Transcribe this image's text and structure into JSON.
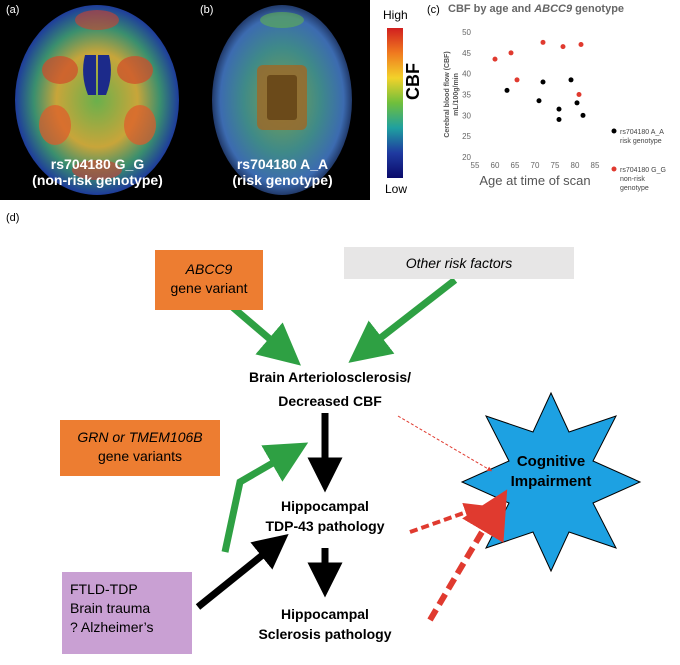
{
  "figure": {
    "panel_a": {
      "label": "(a)",
      "caption_line1": "rs704180 G_G",
      "caption_line2": "(non-risk genotype)"
    },
    "panel_b": {
      "label": "(b)",
      "caption_line1": "rs704180 A_A",
      "caption_line2": "(risk genotype)"
    },
    "colorbar": {
      "high": "High",
      "low": "Low",
      "title": "CBF"
    },
    "panel_c": {
      "label": "(c)",
      "title_prefix": "CBF by age and ",
      "title_gene": "ABCC9",
      "title_suffix": " genotype"
    },
    "panel_d": {
      "label": "(d)",
      "abcc9_box": {
        "line1": "ABCC9",
        "line2": "gene variant"
      },
      "other_box": {
        "text": "Other risk factors"
      },
      "grn_box": {
        "line1": "GRN or TMEM106B",
        "line2": "gene variants"
      },
      "ftld_box": {
        "line1": "FTLD-TDP",
        "line2": "Brain trauma",
        "line3": "? Alzheimer’s"
      },
      "arterio": {
        "line1": "Brain Arteriolosclerosis/",
        "line2": "Decreased CBF"
      },
      "tdp43": {
        "line1": "Hippocampal",
        "line2": "TDP-43 pathology"
      },
      "sclerosis": {
        "line1": "Hippocampal",
        "line2": "Sclerosis pathology"
      },
      "cognitive": {
        "line1": "Cognitive",
        "line2": "Impairment"
      }
    }
  },
  "colors": {
    "orange_box": "#ED7D31",
    "gray_box": "#E7E6E6",
    "purple_box": "#C9A0D3",
    "green_arrow": "#2EA043",
    "red_arrow": "#E03A2F",
    "star_fill": "#1DA1E2"
  },
  "chart_data": {
    "type": "scatter",
    "xlabel": "Age at time of scan",
    "ylabel": "Cerebral blood flow (CBF) mL/100g/min",
    "xlim": [
      55,
      85
    ],
    "ylim": [
      20,
      50
    ],
    "xticks": [
      55,
      60,
      65,
      70,
      75,
      80,
      85
    ],
    "yticks": [
      20,
      25,
      30,
      35,
      40,
      45,
      50
    ],
    "series": [
      {
        "name": "rs704180 A_A risk genotype",
        "color": "#000000",
        "x": [
          63,
          71,
          72,
          76,
          76,
          79,
          80.5,
          82
        ],
        "y": [
          36,
          33.5,
          38,
          31.5,
          29,
          38.5,
          33,
          30
        ]
      },
      {
        "name": "rs704180 G_G non-risk genotype",
        "color": "#E03A2F",
        "x": [
          60,
          64,
          65.5,
          72,
          77,
          81,
          81.5
        ],
        "y": [
          43.5,
          45,
          38.5,
          47.5,
          46.5,
          35,
          47
        ]
      }
    ],
    "grid": false
  }
}
